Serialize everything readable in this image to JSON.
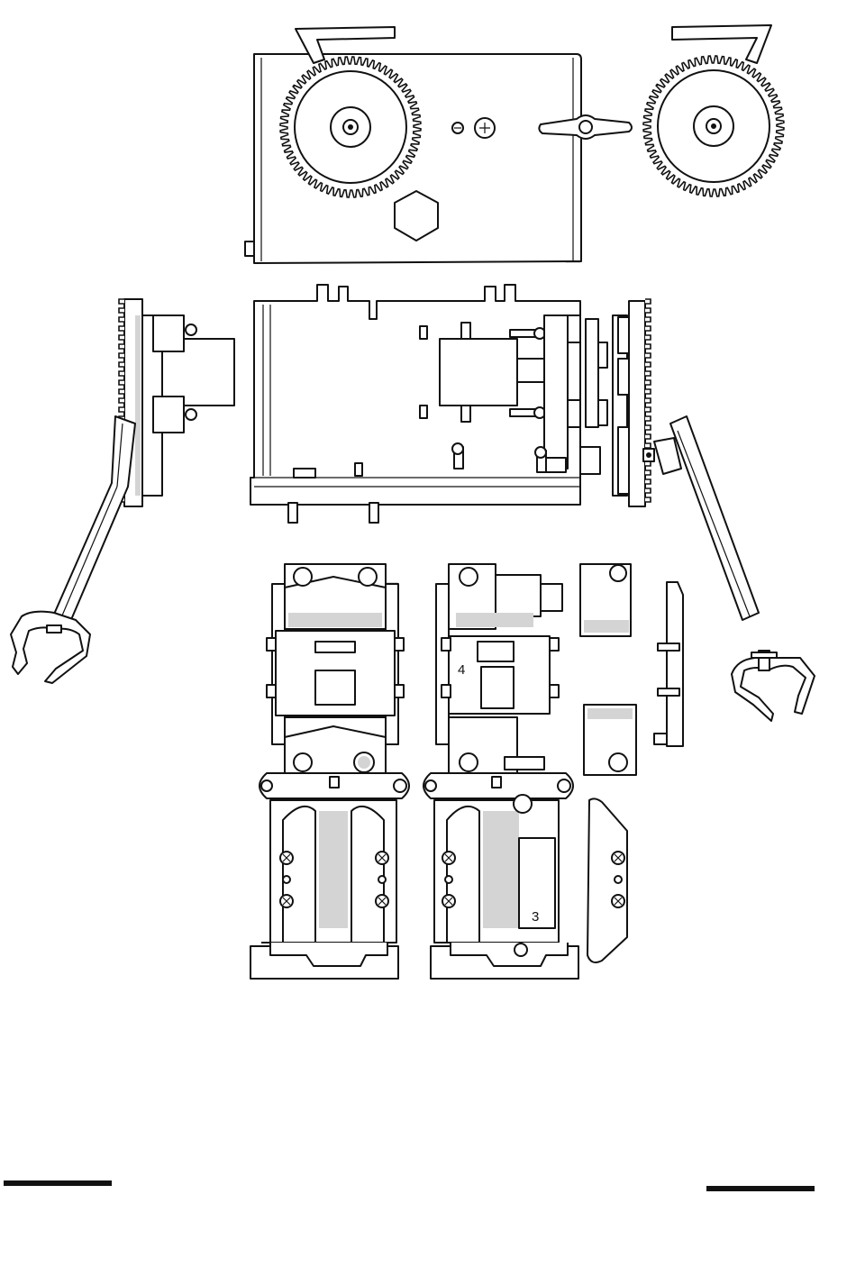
{
  "diagram": {
    "kind": "robot-kit-exploded-view",
    "line_color": "#111111",
    "shade_color": "#d4d4d4",
    "background": "#ffffff",
    "part_numbers": [
      "4",
      "3"
    ]
  },
  "gears": [
    {
      "id": "top-left-gear",
      "teeth": 64
    },
    {
      "id": "top-right-gear",
      "teeth": 64
    }
  ],
  "footer": {
    "left_rule": "",
    "right_rule": ""
  }
}
